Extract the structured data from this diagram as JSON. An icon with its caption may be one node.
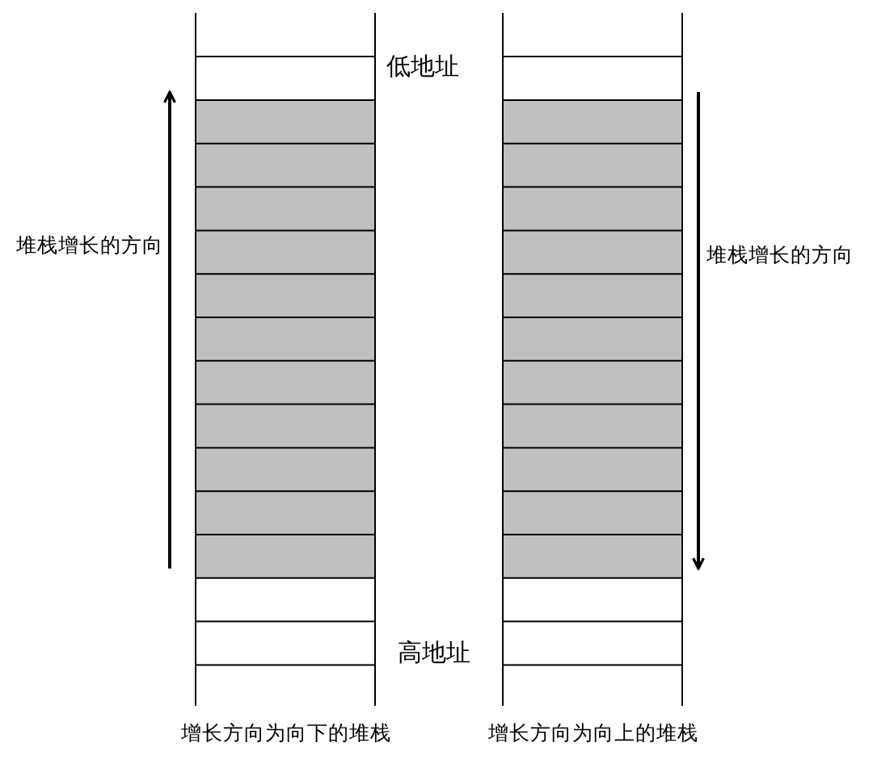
{
  "diagram": {
    "labels": [
      "低地址",
      "堆栈增长的方向",
      "堆栈增长的方向",
      "高地址",
      "增长方向为向下的堆栈",
      "增长方向为向上的堆栈"
    ]
  }
}
